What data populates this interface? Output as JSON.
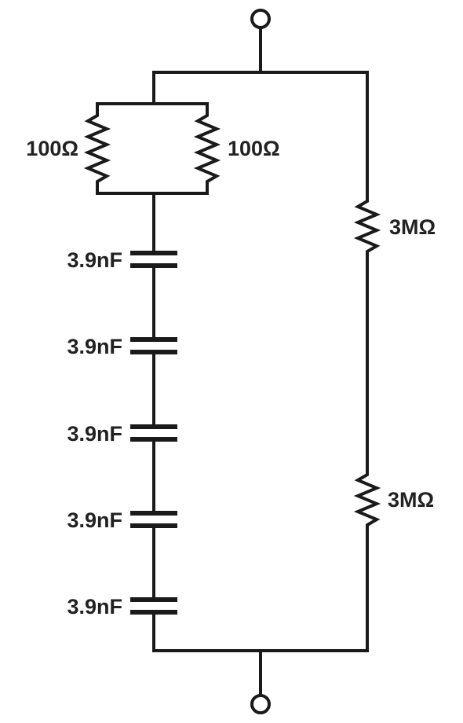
{
  "circuit": {
    "left_branch": {
      "parallel_resistors": [
        {
          "label": "100Ω"
        },
        {
          "label": "100Ω"
        }
      ],
      "capacitors": [
        {
          "label": "3.9nF"
        },
        {
          "label": "3.9nF"
        },
        {
          "label": "3.9nF"
        },
        {
          "label": "3.9nF"
        },
        {
          "label": "3.9nF"
        }
      ]
    },
    "right_branch": {
      "resistors": [
        {
          "label": "3MΩ"
        },
        {
          "label": "3MΩ"
        }
      ]
    }
  }
}
